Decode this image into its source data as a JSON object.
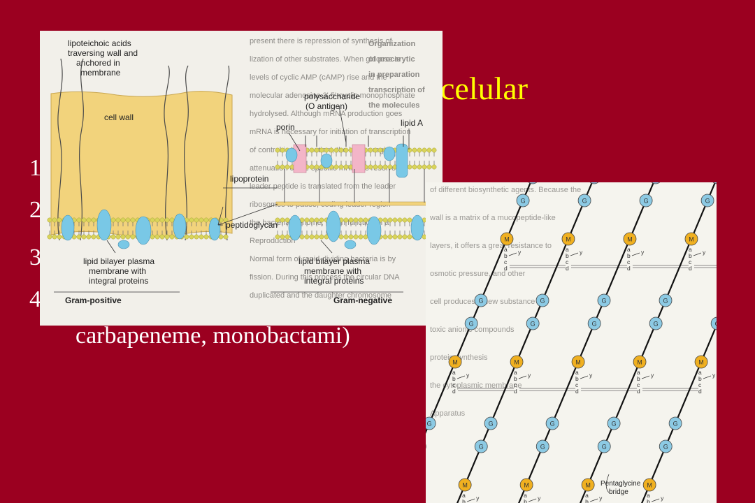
{
  "slide": {
    "title": "celular",
    "numbers": [
      "1",
      "2",
      "3",
      "4"
    ],
    "bottom_text": "carbapeneme, monobactami)"
  },
  "figure_cell_envelope": {
    "labels": {
      "lipoteichoic": [
        "lipoteichoic acids",
        "traversing wall and",
        "anchored in",
        "membrane"
      ],
      "cell_wall": "cell wall",
      "polysaccharide": [
        "polysaccharide",
        "(O antigen)"
      ],
      "porin": "porin",
      "lipid_a": "lipid A",
      "lipoprotein": "lipoprotein",
      "peptidoglycan": "peptidoglycan",
      "bilayer_left": [
        "lipid bilayer plasma",
        "membrane with",
        "integral proteins"
      ],
      "bilayer_right": [
        "lipid bilayer plasma",
        "membrane with",
        "integral proteins"
      ],
      "gram_positive": "Gram-positive",
      "gram_negative": "Gram-negative"
    },
    "background_text": [
      "present there is repression of synthesis of",
      "lization of other substrates. When glucose is",
      "levels of cyclic AMP (cAMP) rise and the",
      "molecular adenosine 3',5'-cyclic monophosphate",
      "hydrolysed. Although mRNA production goes",
      "mRNA is necessary for initiation of transcription",
      "of control is 'attenuation', the leader region",
      "attenuation of the specific mRNA is resolved",
      "leader peptide is translated from the leader",
      "ribosomes to pause, coding leader region",
      "the bacterial genome, which function in a",
      "Reproduction",
      "Normal form of rapid-dividing bacteria is by",
      "fission. During this process the circular DNA",
      "duplicated and the daughter chromosome"
    ],
    "background_right": [
      "Organization",
      "of procarytic",
      "in preparation",
      "transcription of",
      "the molecules"
    ]
  },
  "figure_peptidoglycan": {
    "glycan_label": "G",
    "muramic_label": "M",
    "peptide_letters": [
      "a",
      "b",
      "c",
      "d"
    ],
    "cross_label": "y",
    "bridge_label": [
      "Pentaglycine",
      "bridge"
    ],
    "background_text": [
      "of different biosynthetic agents. Because the",
      "wall is a matrix of a mucopeptide-like",
      "layers, it offers a great resistance to",
      "osmotic pressure, and other",
      "cell produces a new substance",
      "toxic anionic compounds",
      "protein synthesis",
      "the cytoplasmic membrane",
      "Apparatus"
    ]
  },
  "colors": {
    "background": "#9b0020",
    "title": "#ffff00",
    "cell_wall": "#f2d37c",
    "lipid_head": "#d9d45a",
    "protein": "#79c8e6",
    "porin": "#f3b5c8",
    "g_node": "#8ccae4",
    "m_node": "#f0b020"
  }
}
